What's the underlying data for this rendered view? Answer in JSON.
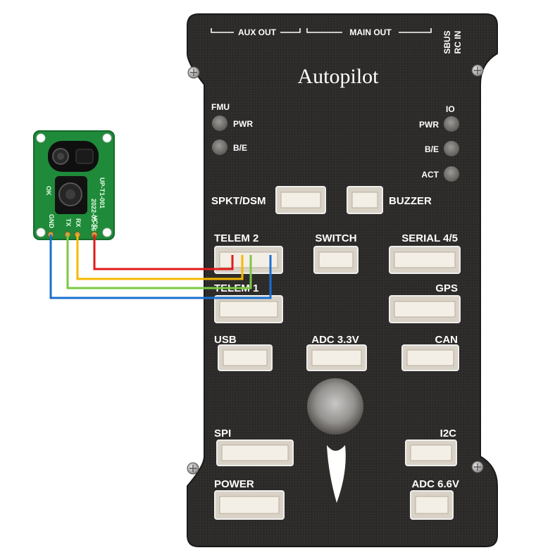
{
  "board": {
    "title": "Autopilot",
    "header_aux": "AUX OUT",
    "header_main": "MAIN OUT",
    "header_sbus": "SBUS",
    "header_rcin": "RC IN",
    "led_fmu": "FMU",
    "led_io": "IO",
    "led_pwr_left": "PWR",
    "led_be_left": "B/E",
    "led_pwr_right": "PWR",
    "led_be_right": "B/E",
    "led_act": "ACT",
    "port_spkt": "SPKT/DSM",
    "port_buzzer": "BUZZER",
    "port_telem2": "TELEM 2",
    "port_switch": "SWITCH",
    "port_serial45": "SERIAL 4/5",
    "port_telem1": "TELEM 1",
    "port_gps": "GPS",
    "port_usb": "USB",
    "port_adc33": "ADC 3.3V",
    "port_can": "CAN",
    "port_spi": "SPI",
    "port_i2c": "I2C",
    "port_power": "POWER",
    "port_adc66": "ADC 6.6V",
    "body_color": "#2b2927"
  },
  "sensor": {
    "pin_gnd": "GND",
    "pin_tx": "TX",
    "pin_rx": "RX",
    "pin_vcc": "VCC",
    "silk_ok": "OK",
    "silk_model": "UP-T1-001",
    "silk_rev": "2022-05-26",
    "pcb_color": "#1f8a3a"
  },
  "wires": {
    "gnd_color": "#1a6fd1",
    "tx_color": "#7ac943",
    "rx_color": "#f5b800",
    "vcc_color": "#e01b1b"
  }
}
